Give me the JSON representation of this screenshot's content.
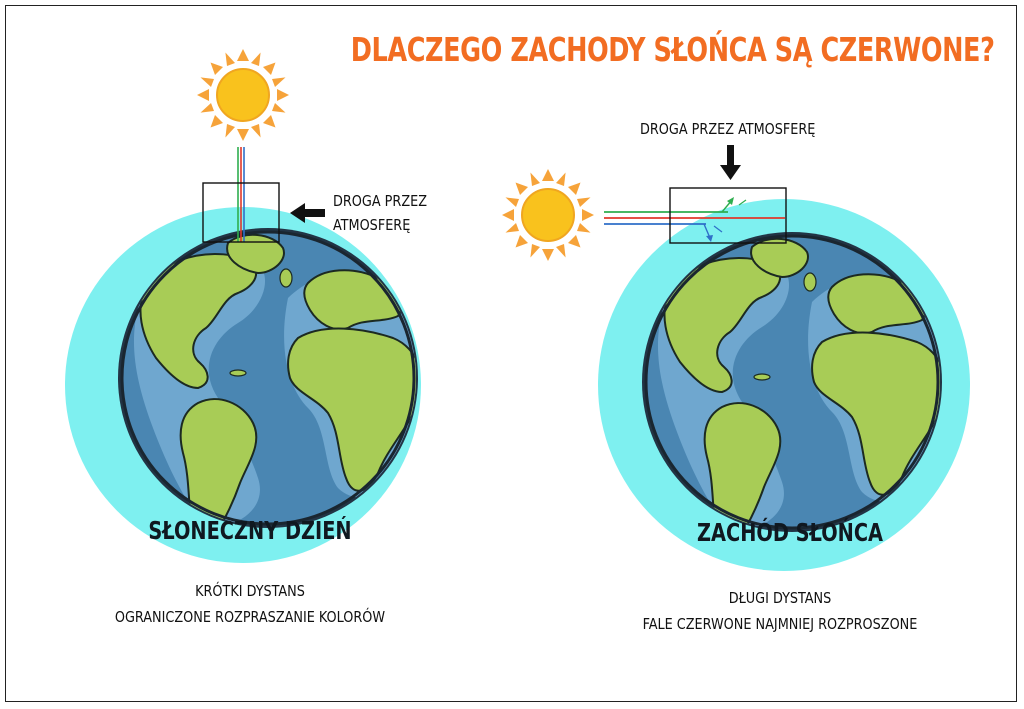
{
  "title": "DLACZEGO ZACHODY SŁOŃCA SĄ CZERWONE?",
  "left_panel": {
    "path_label_line1": "DROGA PRZEZ",
    "path_label_line2": "ATMOSFERĘ",
    "caption": "SŁONECZNY DZIEŃ",
    "note_line1": "KRÓTKI DYSTANS",
    "note_line2": "OGRANICZONE ROZPRASZANIE KOLORÓW"
  },
  "right_panel": {
    "path_label": "DROGA PRZEZ ATMOSFERĘ",
    "caption": "ZACHÓD SŁOŃCA",
    "note_line1": "DŁUGI DYSTANS",
    "note_line2": "FALE CZERWONE NAJMNIEJ ROZPROSZONE"
  },
  "colors": {
    "title": "#f26d22",
    "atmosphere": "#7ef0f0",
    "ocean": "#4a86b2",
    "ocean_shallow": "#6fa7cf",
    "land": "#a8cc56",
    "sun": "#f9c21d",
    "sun_rays": "#f6a33a",
    "ray_red": "#e0382b",
    "ray_green": "#2eae4f",
    "ray_blue": "#2f6fc8"
  }
}
